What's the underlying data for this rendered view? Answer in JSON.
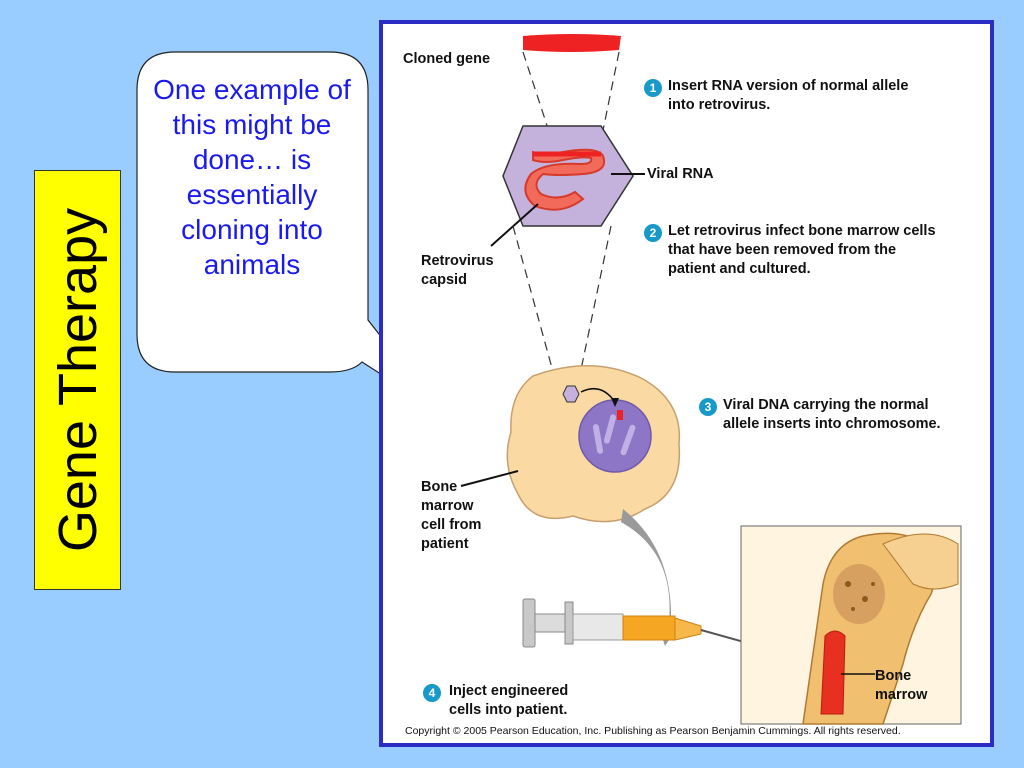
{
  "slide": {
    "title": "Gene Therapy",
    "callout": "One example of this might be done… is essentially cloning into animals"
  },
  "figure": {
    "cloned_gene_label": "Cloned gene",
    "viral_rna_label": "Viral RNA",
    "capsid_label_line1": "Retrovirus",
    "capsid_label_line2": "capsid",
    "cell_label_lines": [
      "Bone",
      "marrow",
      "cell from",
      "patient"
    ],
    "marrow_label_line1": "Bone",
    "marrow_label_line2": "marrow",
    "steps": [
      {
        "number": "1",
        "lines": [
          "Insert RNA version of normal allele",
          "into retrovirus."
        ]
      },
      {
        "number": "2",
        "lines": [
          "Let retrovirus infect bone marrow cells",
          "that have been removed from the",
          "patient and cultured."
        ]
      },
      {
        "number": "3",
        "lines": [
          "Viral DNA carrying the normal",
          "allele inserts into chromosome."
        ]
      },
      {
        "number": "4",
        "lines": [
          "Inject engineered",
          "cells into patient."
        ]
      }
    ],
    "copyright": "Copyright ©  2005 Pearson Education, Inc. Publishing as Pearson Benjamin Cummings. All rights reserved."
  },
  "colors": {
    "background": "#99ccff",
    "title_box": "#ffff00",
    "callout_text": "#1a1aee",
    "panel_border": "#2c2cc4",
    "gene_red": "#ee2222",
    "step_badge": "#1799c9"
  }
}
